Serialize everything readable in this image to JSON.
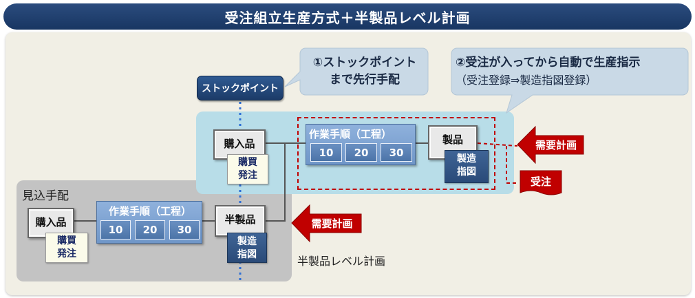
{
  "title": "受注組立生産方式＋半製品レベル計画",
  "stock_point": "ストックポイント",
  "callout1": {
    "line1": "①ストックポイント",
    "line2": "まで先行手配"
  },
  "callout2": {
    "line1": "②受注が入ってから自動で生産指示",
    "line2": "（受注登録⇒製造指図登録）"
  },
  "zone_forecast": "見込手配",
  "lower_flow": {
    "purchased": "購入品",
    "purchase_order": {
      "line1": "購買",
      "line2": "発注"
    },
    "process_label": "作業手順（工程）",
    "steps": [
      "10",
      "20",
      "30"
    ],
    "semi_product": "半製品",
    "mfg_order": {
      "line1": "製造",
      "line2": "指図"
    },
    "demand": "需要計画",
    "plan_label": "半製品レベル計画"
  },
  "upper_flow": {
    "purchased": "購入品",
    "purchase_order": {
      "line1": "購買",
      "line2": "発注"
    },
    "process_label": "作業手順（工程）",
    "steps": [
      "10",
      "20",
      "30"
    ],
    "product": "製品",
    "mfg_order": {
      "line1": "製造",
      "line2": "指図"
    },
    "demand": "需要計画",
    "order": "受注"
  },
  "colors": {
    "navy": "#1c3b68",
    "red": "#c00000",
    "blue_zone": "#b8dde8",
    "gray_zone": "#c3c3c3"
  }
}
